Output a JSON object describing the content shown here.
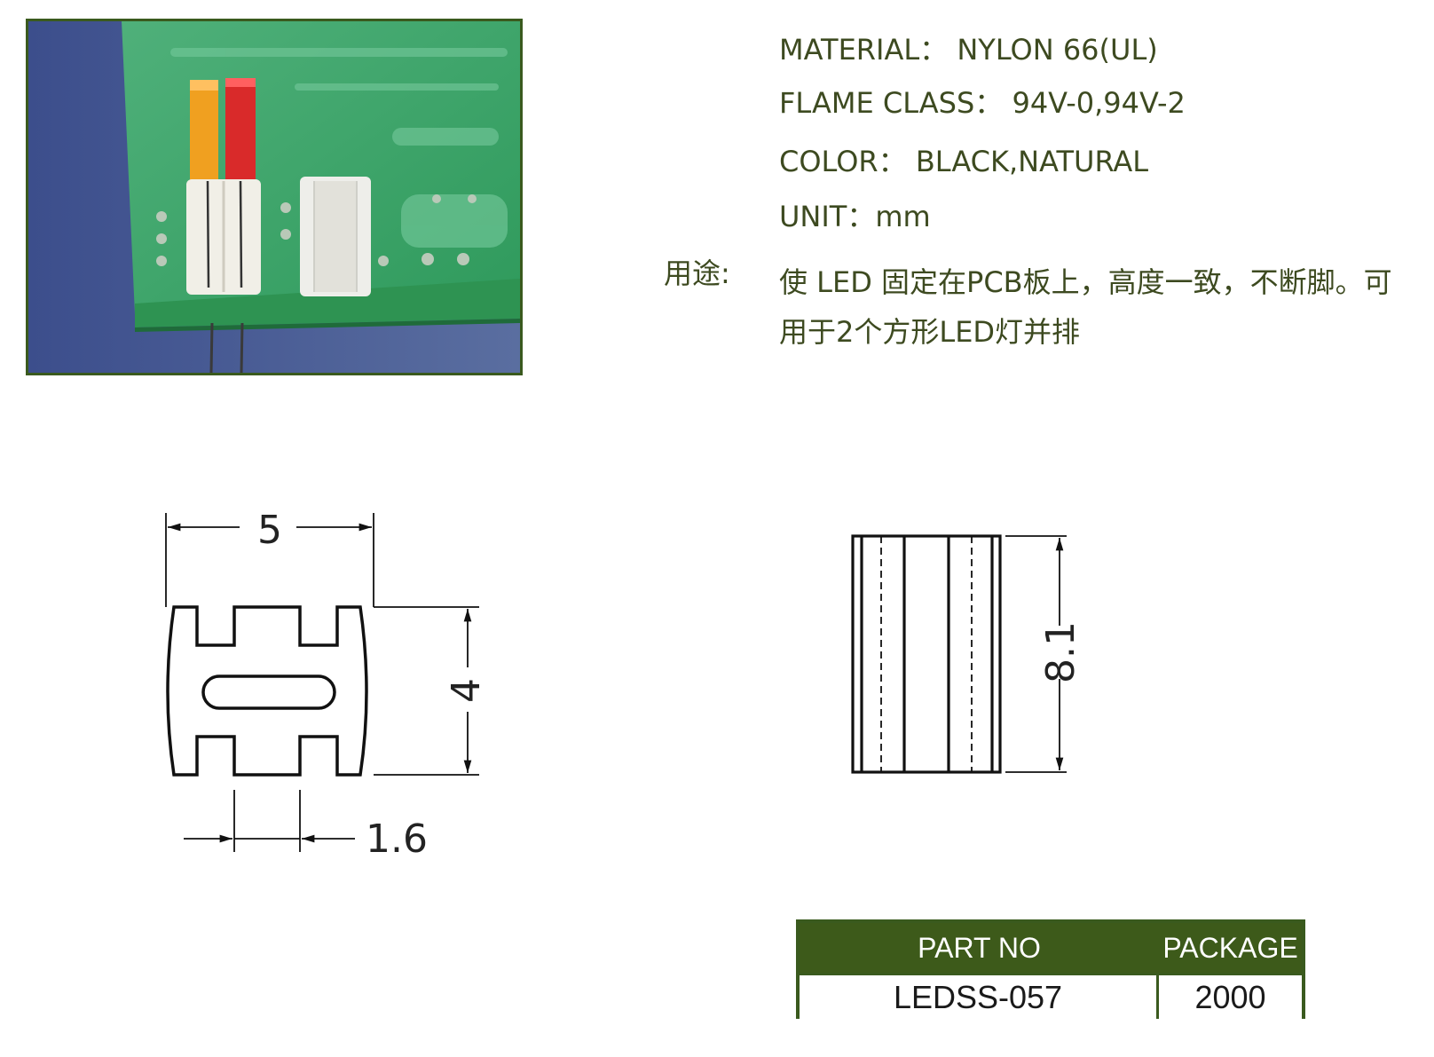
{
  "specs": {
    "material": "MATERIAL： NYLON 66(UL)",
    "flame_class": "FLAME CLASS： 94V-0,94V-2",
    "color": "COLOR： BLACK,NATURAL",
    "unit": "UNIT：mm"
  },
  "usage": {
    "label": "用途:",
    "text": "使 LED 固定在PCB板上，高度一致，不断脚。可用于2个方形LED灯并排"
  },
  "drawing": {
    "dim_width": "5",
    "dim_height": "4",
    "dim_slot": "1.6",
    "dim_length": "8.1"
  },
  "table": {
    "headers": [
      "PART NO",
      "PACKAGE"
    ],
    "rows": [
      [
        "LEDSS-057",
        "2000"
      ]
    ]
  },
  "colors": {
    "frame_green": "#3a5a1e",
    "header_green": "#3d5a1a",
    "text_olive": "#3d4a20"
  }
}
